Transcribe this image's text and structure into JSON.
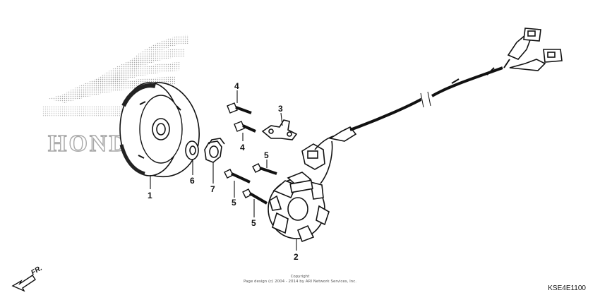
{
  "watermark": {
    "brand_text": "HONDA"
  },
  "callouts": {
    "flywheel": "1",
    "stator": "2",
    "clamp": "3",
    "bolt_upper": "4",
    "bolt_lower": "4",
    "screw_upper": "5",
    "screw_middle": "5",
    "screw_lower": "5",
    "washer": "6",
    "nut": "7"
  },
  "direction_indicator": {
    "label": "FR."
  },
  "copyright": {
    "line1": "Copyright",
    "line2": "Page design (c) 2004 - 2014 by ARI Network Services, Inc."
  },
  "figure_code": "KSE4E1100"
}
